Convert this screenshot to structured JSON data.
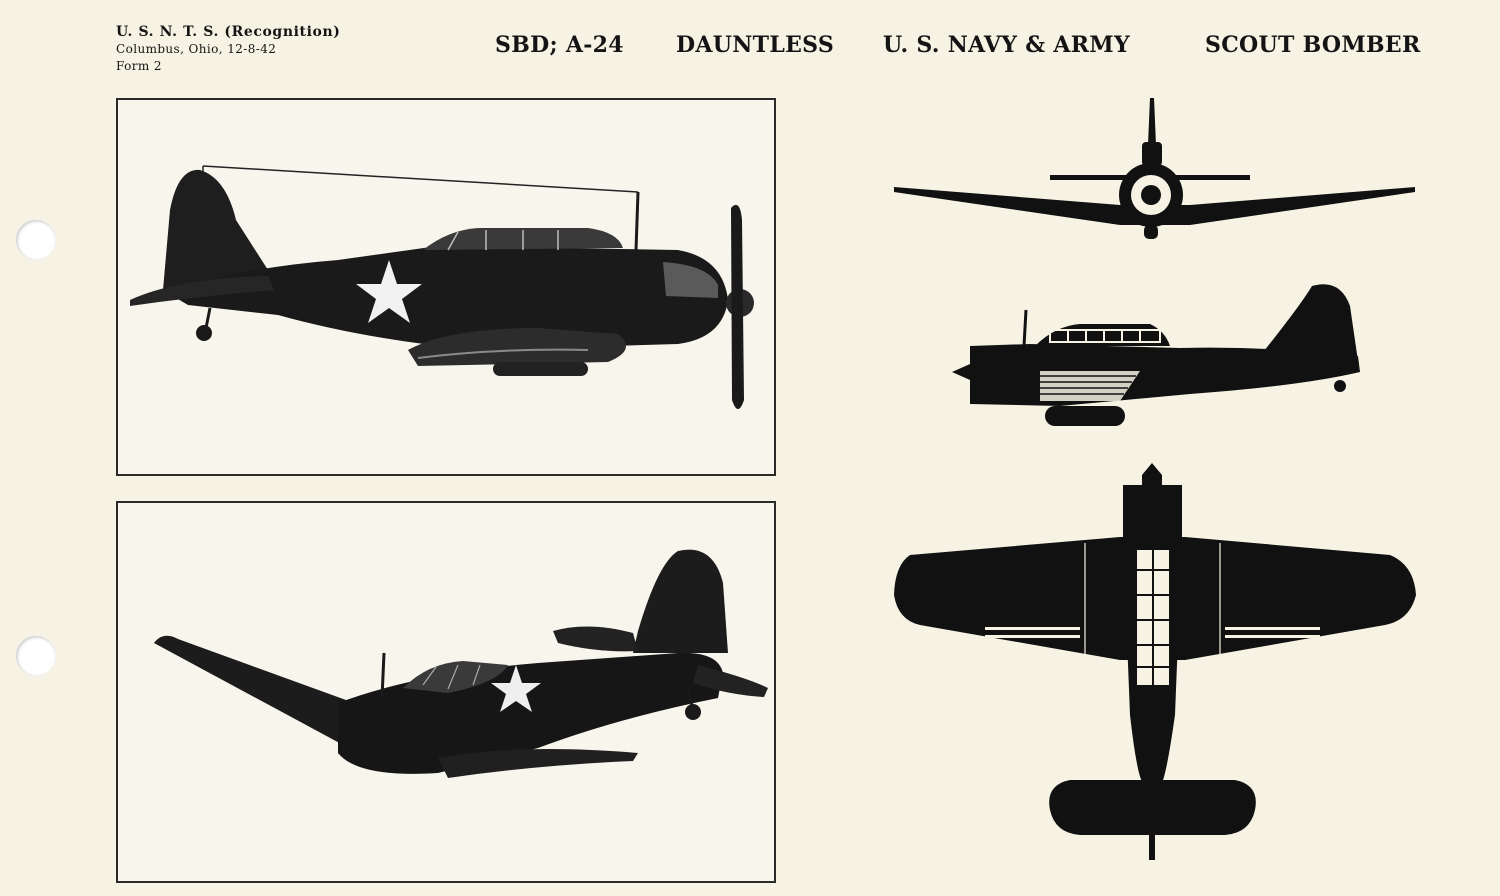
{
  "header": {
    "organization": "U. S. N. T. S. (Recognition)",
    "location": "Columbus, Ohio, 12-8-42",
    "form": "Form 2"
  },
  "titles": {
    "designation": "SBD;  A-24",
    "name": "DAUNTLESS",
    "service": "U. S. NAVY & ARMY",
    "role": "SCOUT BOMBER"
  },
  "colors": {
    "paper": "#f6f3e4",
    "ink": "#141414"
  },
  "views": {
    "photo_side": "aircraft-side-photo",
    "photo_banking": "aircraft-banking-photo",
    "silhouette_front": "front-view-silhouette",
    "silhouette_side": "side-view-silhouette",
    "silhouette_top": "top-view-silhouette"
  }
}
